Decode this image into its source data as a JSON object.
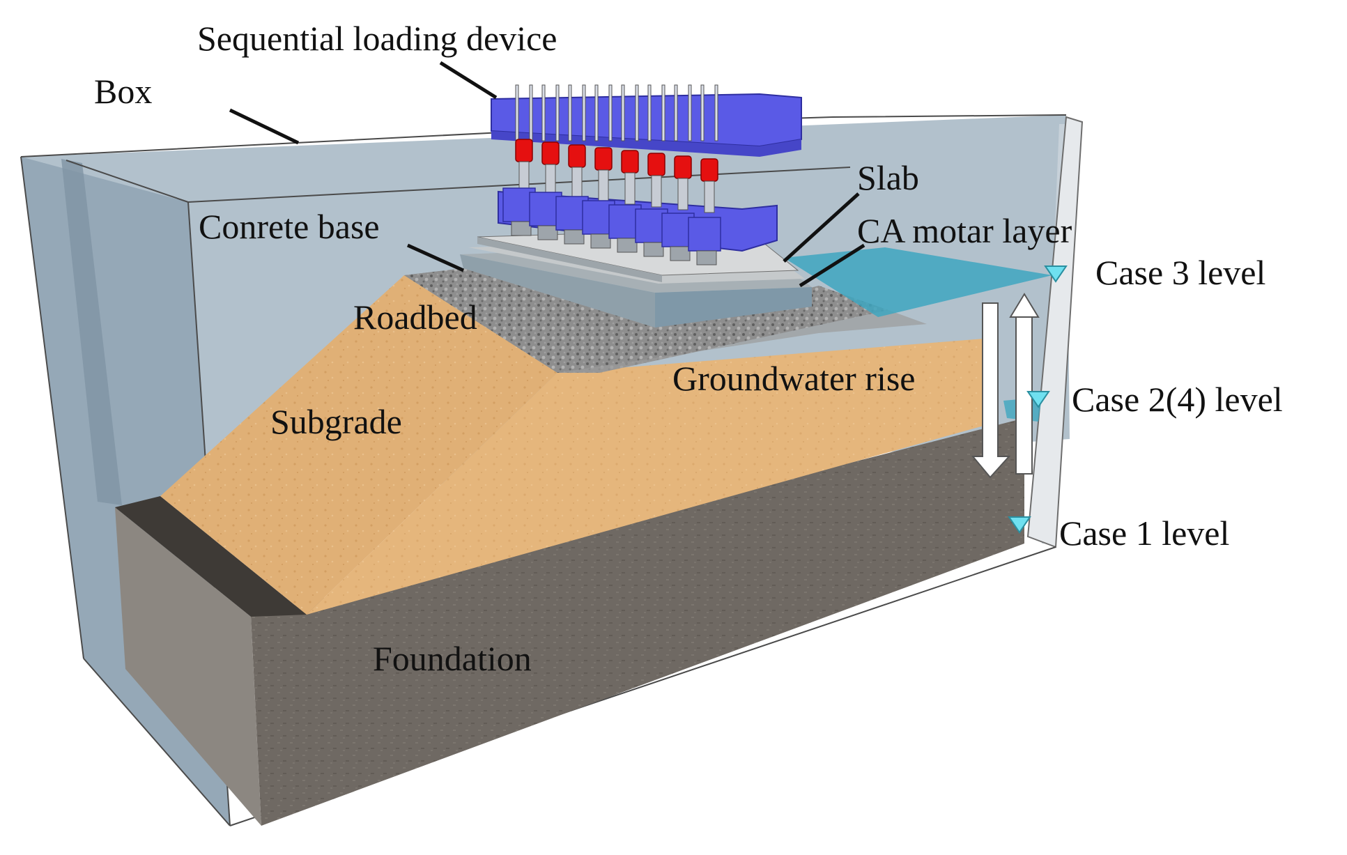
{
  "labels": {
    "sequential_loading_device": "Sequential loading device",
    "box": "Box",
    "slab": "Slab",
    "conrete_base": "Conrete base",
    "ca_motar_layer": "CA motar layer",
    "roadbed": "Roadbed",
    "case3_level": "Case 3 level",
    "groundwater_rise": "Groundwater rise",
    "case2_level": "Case 2(4) level",
    "subgrade": "Subgrade",
    "case1_level": "Case 1  level",
    "foundation": "Foundation"
  },
  "colors": {
    "box_wall": "#a9b9c6",
    "subgrade": "#e0b076",
    "roadbed": "#8f8f8f",
    "foundation": "#6e6862",
    "water": "#3ea6bf",
    "loader_blue": "#5a5ae6",
    "loader_red": "#e51010",
    "level_marker": "#6fe0f0"
  },
  "icons": {
    "water_level_marker": "inverted-triangle-icon",
    "direction_arrow": "arrow-icon"
  }
}
